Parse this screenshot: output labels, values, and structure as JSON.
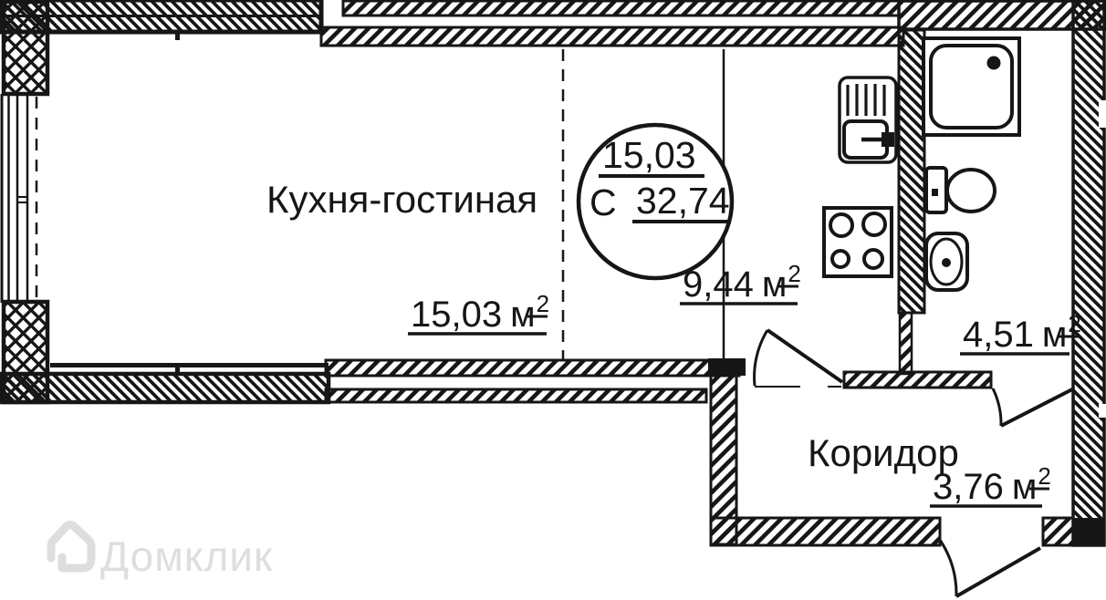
{
  "plan": {
    "room_label": "Кухня-гостиная",
    "corridor_label": "Коридор",
    "unit": "м",
    "sup": "2",
    "zones": {
      "living": "15,03",
      "kitchen": "9,44",
      "bathroom": "4,51",
      "corridor": "3,76"
    },
    "stamp": {
      "letter": "С",
      "living_area": "15,03",
      "total_area": "32,74"
    }
  },
  "watermark": {
    "brand": "Домклик"
  },
  "colors": {
    "ink": "#161616",
    "watermark": "#dedede",
    "background": "#ffffff"
  }
}
